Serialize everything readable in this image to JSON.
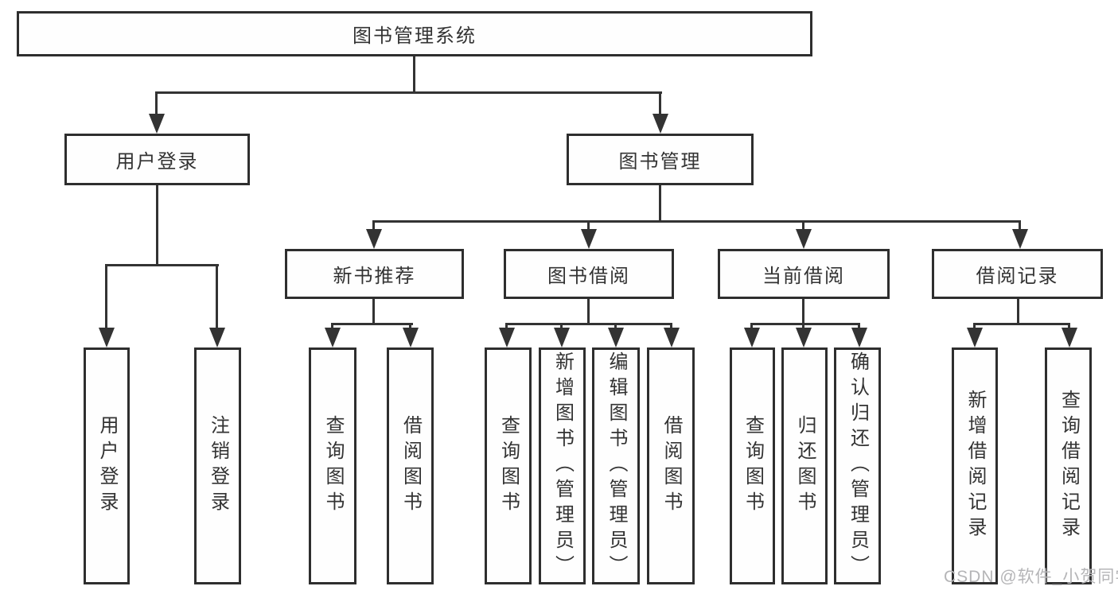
{
  "diagram": {
    "title": "图书管理系统",
    "root": {
      "label": "图书管理系统"
    },
    "level2": {
      "user_login": {
        "label": "用户登录"
      },
      "book_management": {
        "label": "图书管理"
      }
    },
    "level3": {
      "new_book_recommendation": {
        "label": "新书推荐"
      },
      "book_borrowing": {
        "label": "图书借阅"
      },
      "current_borrowing": {
        "label": "当前借阅"
      },
      "borrowing_records": {
        "label": "借阅记录"
      }
    },
    "children": {
      "user_login": [
        {
          "label": "用户登录"
        },
        {
          "label": "注销登录"
        }
      ],
      "new_book_recommendation": [
        {
          "label": "查询图书"
        },
        {
          "label": "借阅图书"
        }
      ],
      "book_borrowing": [
        {
          "label": "查询图书"
        },
        {
          "label": "新增图书（管理员）"
        },
        {
          "label": "编辑图书（管理员）"
        },
        {
          "label": "借阅图书"
        }
      ],
      "current_borrowing": [
        {
          "label": "查询图书"
        },
        {
          "label": "归还图书"
        },
        {
          "label": "确认归还（管理员）"
        }
      ],
      "borrowing_records": [
        {
          "label": "新增借阅记录"
        },
        {
          "label": "查询借阅记录"
        }
      ]
    }
  },
  "watermark": {
    "text": "CSDN @软件_小贺同学"
  },
  "colors": {
    "line": "#333333",
    "box_border": "#2e2e2e",
    "text": "#333333",
    "background": "#ffffff",
    "watermark": "#b5b5b7"
  }
}
